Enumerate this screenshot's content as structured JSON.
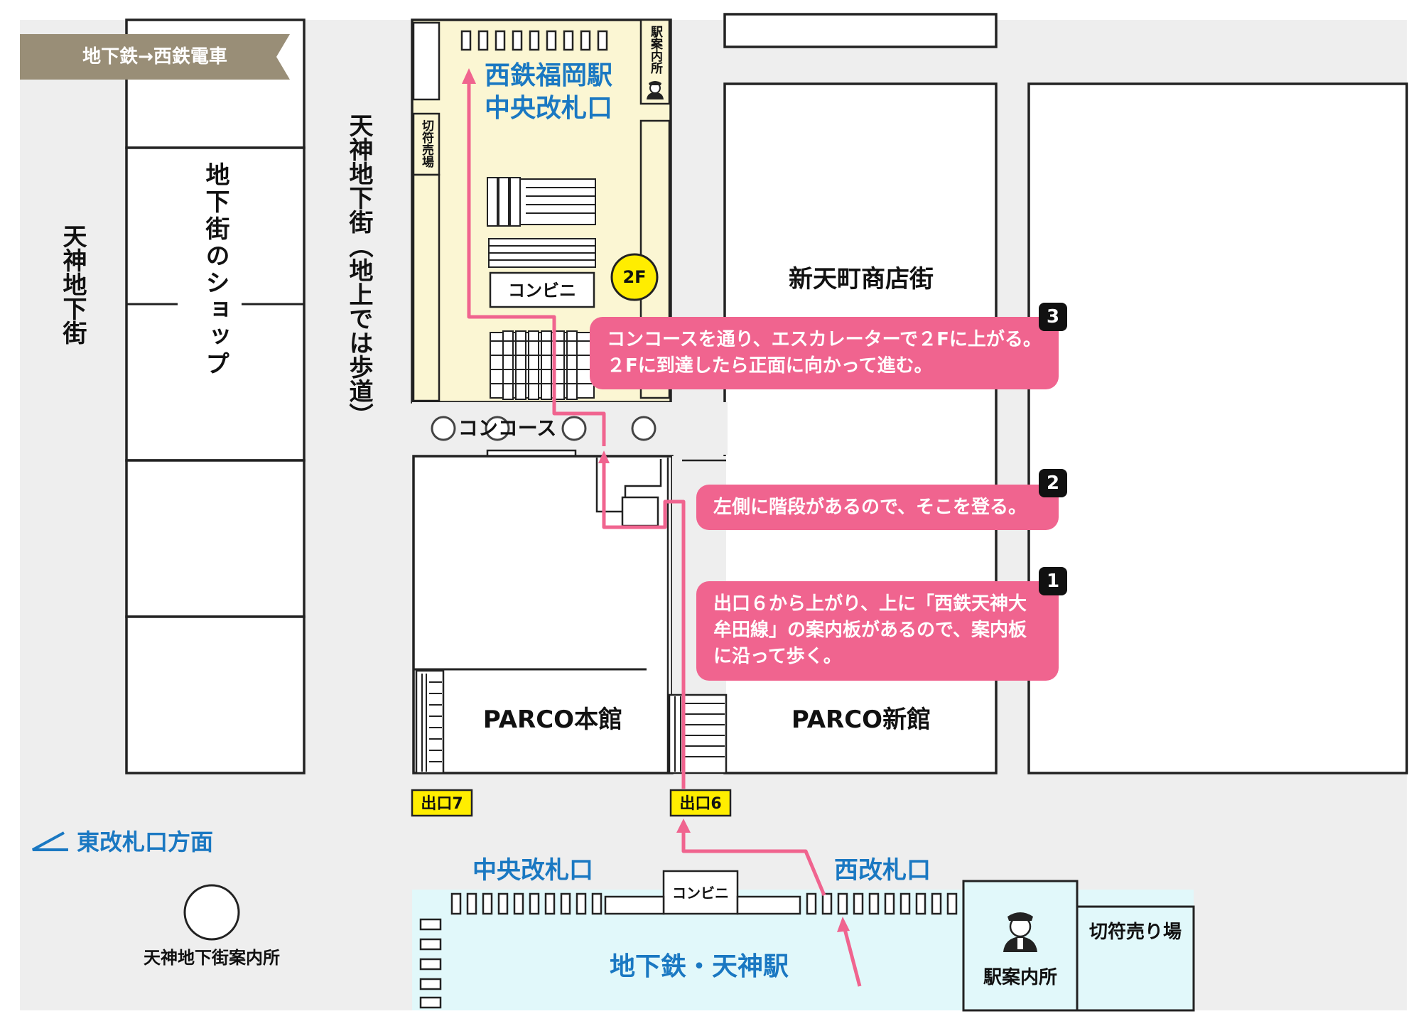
{
  "title_tag": "地下鉄→西鉄電車",
  "streets": {
    "tenjin_chikagai_left": "天神地下街",
    "shop_street": "地下街のショップ",
    "tenjin_chikagai_center": "天神地下街（地上では歩道）"
  },
  "areas": {
    "nishitetsu_station": "西鉄福岡駅",
    "central_gate": "中央改札口",
    "ticket_office_small": "切符売場",
    "station_info_small": "駅案内所",
    "convenience_2f": "コンビニ",
    "floor_badge": "2F",
    "concourse": "コンコース",
    "shintenmachi": "新天町商店街",
    "parco_main": "PARCO本館",
    "parco_new": "PARCO新館",
    "exit7": "出口7",
    "exit6": "出口6",
    "east_gate_direction": "東改札口方面",
    "tenjin_info_center": "天神地下街案内所",
    "subway_central_gate": "中央改札口",
    "subway_west_gate": "西改札口",
    "subway_convenience": "コンビニ",
    "subway_station": "地下鉄・天神駅",
    "subway_info": "駅案内所",
    "subway_ticket": "切符売り場"
  },
  "steps": [
    {
      "number": "1",
      "text": "出口６から上がり、上に「西鉄天神大牟田線」の案内板があるので、案内板に沿って歩く。"
    },
    {
      "number": "2",
      "text": "左側に階段があるので、そこを登る。"
    },
    {
      "number": "3",
      "text": "コンコースを通り、エスカレーターで２Fに上がる。２Fに到達したら正面に向かって進む。"
    }
  ],
  "colors": {
    "background": "#eeeeee",
    "station_fill": "#fbf6d3",
    "subway_fill": "#e1f8fa",
    "route": "#f0648f",
    "label_blue": "#1a78c2",
    "exit_yellow": "#ffed00",
    "tag_brown": "#998e77"
  }
}
